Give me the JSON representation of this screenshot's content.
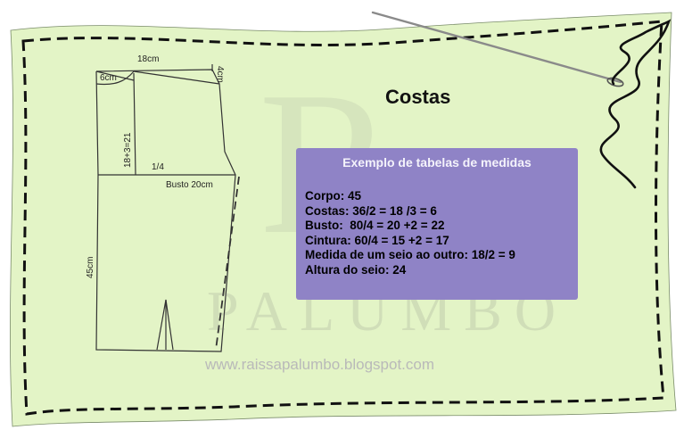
{
  "pattern": {
    "labels": {
      "top_width": "18cm",
      "neck_width": "6cm",
      "shoulder_drop": "4cm",
      "armhole_depth": "18+3=21",
      "quarter": "1/4",
      "bust": "Busto 20cm",
      "length": "45cm"
    }
  },
  "title": "Costas",
  "measurements": {
    "heading": "Exemplo de tabelas de medidas",
    "rows": [
      "Corpo: 45",
      "Costas: 36/2 = 18 /3 = 6",
      "Busto:  80/4 = 20 +2 = 22",
      "Cintura: 60/4 = 15 +2 = 17",
      "Medida de um seio ao outro: 18/2 = 9",
      "Altura do seio: 24"
    ]
  },
  "watermark": {
    "brand": "PALUMBO",
    "url": "www.raissapalumbo.blogspot.com"
  },
  "colors": {
    "paper": "#e3f4c6",
    "stitch": "#111111",
    "box": "#8f83c6",
    "box_heading": "#f4f3fb"
  }
}
